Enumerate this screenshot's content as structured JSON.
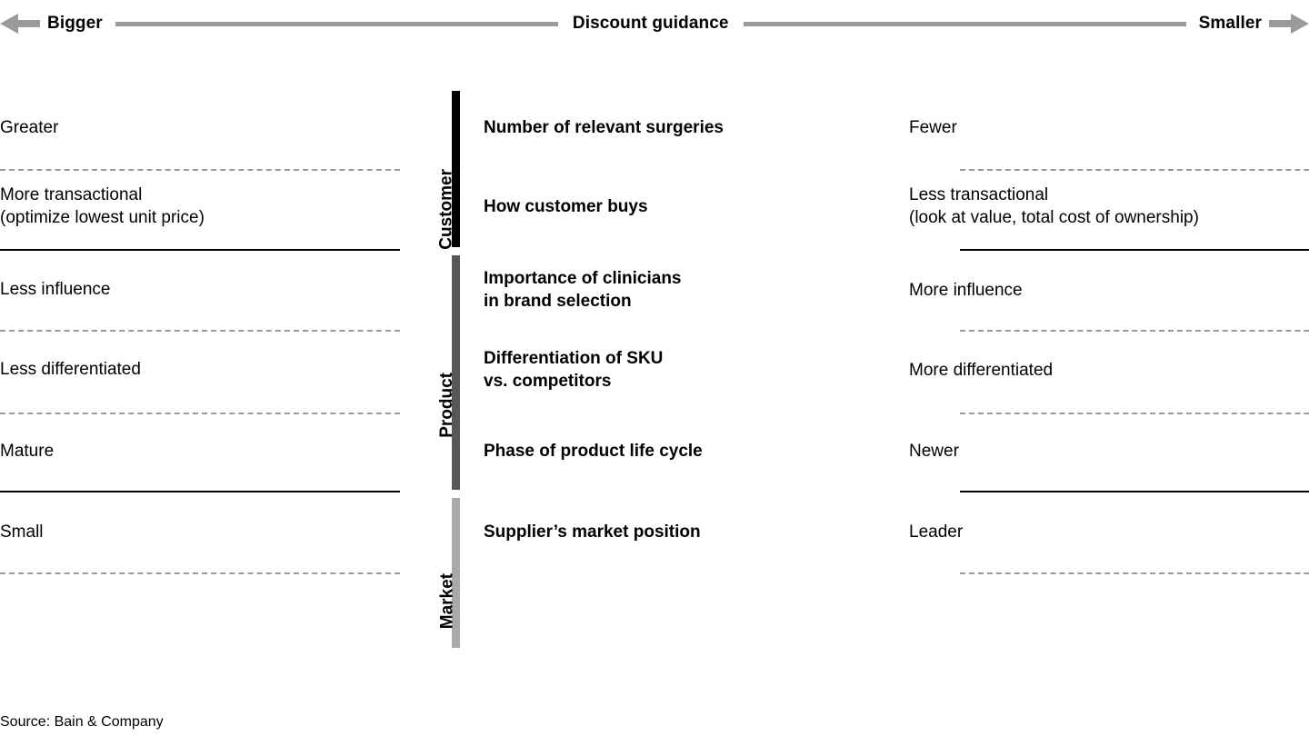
{
  "header": {
    "left_label": "Bigger",
    "center_label": "Discount guidance",
    "right_label": "Smaller",
    "left_arrow_icon": "arrow-left-icon",
    "right_arrow_icon": "arrow-right-icon",
    "line_color": "#9a9a9a"
  },
  "groups": [
    {
      "label": "Customer",
      "bar_color": "#000000"
    },
    {
      "label": "Product",
      "bar_color": "#575757"
    },
    {
      "label": "Market",
      "bar_color": "#a9a9a9"
    }
  ],
  "rows": [
    {
      "group": "Customer",
      "bigger": "Greater",
      "factor": "Number of relevant surgeries",
      "smaller": "Fewer"
    },
    {
      "group": "Customer",
      "bigger": "More transactional\n(optimize lowest unit price)",
      "factor": "How customer buys",
      "smaller": "Less transactional\n(look at value, total cost of ownership)"
    },
    {
      "group": "Product",
      "bigger": "Less influence",
      "factor": "Importance of clinicians\nin brand selection",
      "smaller": "More influence"
    },
    {
      "group": "Product",
      "bigger": "Less differentiated",
      "factor": "Differentiation of SKU\nvs. competitors",
      "smaller": "More differentiated"
    },
    {
      "group": "Product",
      "bigger": "Mature",
      "factor": "Phase of product life cycle",
      "smaller": "Newer"
    },
    {
      "group": "Market",
      "bigger": "Small",
      "factor": "Supplier’s market position",
      "smaller": "Leader"
    }
  ],
  "footer": {
    "source": "Source: Bain & Company"
  }
}
